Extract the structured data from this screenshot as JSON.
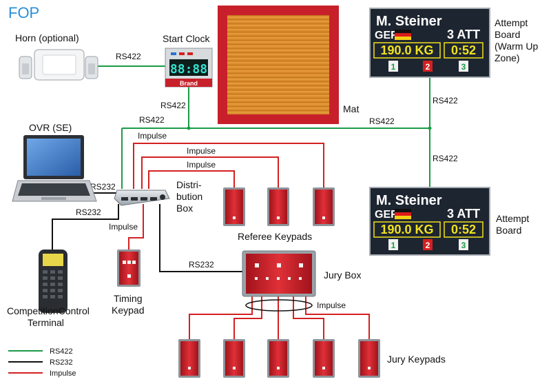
{
  "header": {
    "title": "FOP"
  },
  "devices": {
    "horn": "Horn (optional)",
    "start_clock": "Start Clock",
    "start_clock_display": "88:88",
    "start_clock_brand": "Brand",
    "mat": "Mat",
    "ovr": "OVR (SE)",
    "distribution_box": [
      "Distri-",
      "bution",
      "Box"
    ],
    "referee_keypads": "Referee Keypads",
    "jury_box": "Jury Box",
    "timing_keypad": [
      "Timing",
      "Keypad"
    ],
    "competition_terminal": [
      "CompetitionControl",
      "Terminal"
    ],
    "jury_keypads": "Jury Keypads",
    "attempt_board_warmup": [
      "Attempt",
      "Board",
      "(Warm Up",
      "Zone)"
    ],
    "attempt_board": [
      "Attempt",
      "Board"
    ]
  },
  "board": {
    "athlete": "M. Steiner",
    "country": "GER",
    "attempt": "3 ATT",
    "weight": "190.0 KG",
    "time": "0:52",
    "lights": [
      "1",
      "2",
      "3"
    ]
  },
  "connections": {
    "rs422": "RS422",
    "rs232": "RS232",
    "impulse": "Impulse"
  },
  "legend": [
    {
      "label": "RS422",
      "color": "#1a9b46"
    },
    {
      "label": "RS232",
      "color": "#111111"
    },
    {
      "label": "Impulse",
      "color": "#d42020"
    }
  ],
  "colors": {
    "rs422": "#1a9b46",
    "rs232": "#111111",
    "impulse": "#d42020",
    "title": "#2a8fd6",
    "board_bg": "#1d2530",
    "board_text": "#f2e21d",
    "mat_frame": "#c8202a",
    "mat_wood": "#d9892b"
  }
}
